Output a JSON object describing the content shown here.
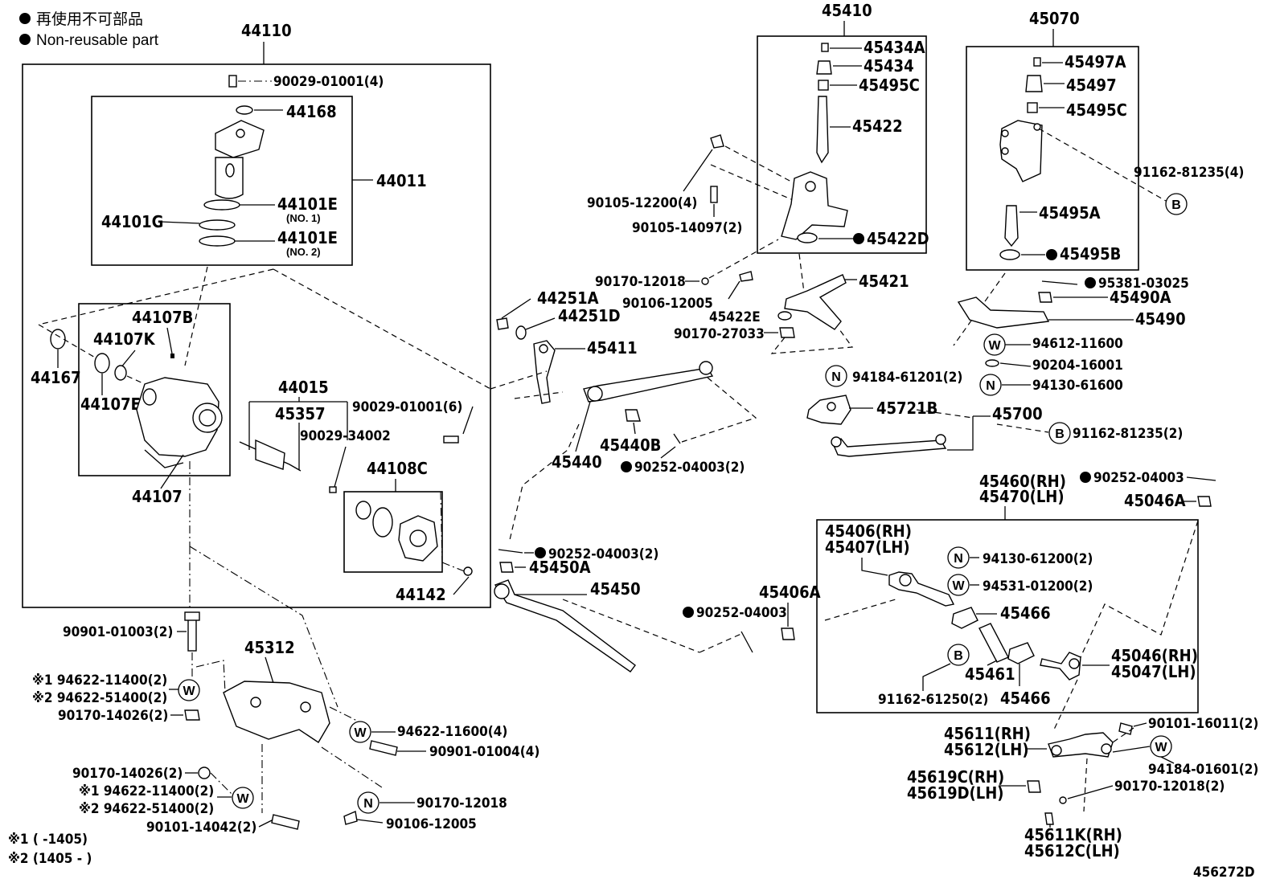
{
  "legend": {
    "line1": "再使用不可部品",
    "line2": "Non-reusable part",
    "note1": "※1 (      -1405)",
    "note2": "※2 (1405 -      )"
  },
  "drawing_id": "456272D",
  "parts": {
    "p44110": "44110",
    "p90029_01001_4": "90029-01001(4)",
    "p44168": "44168",
    "p44011": "44011",
    "p44101E_1": "44101E",
    "p44101E_1n": "(NO. 1)",
    "p44101G": "44101G",
    "p44101E_2": "44101E",
    "p44101E_2n": "(NO. 2)",
    "p44107B": "44107B",
    "p44107K": "44107K",
    "p44167": "44167",
    "p44107E": "44107E",
    "p44107": "44107",
    "p44015": "44015",
    "p45357": "45357",
    "p90029_01001_6": "90029-01001(6)",
    "p90029_34002": "90029-34002",
    "p44108C": "44108C",
    "p44142": "44142",
    "p90901_01003": "90901-01003(2)",
    "p45312": "45312",
    "p94622_11400_a": "※1 94622-11400(2)",
    "p94622_51400_a": "※2 94622-51400(2)",
    "p90170_14026_a": "90170-14026(2)",
    "p94622_11600": "94622-11600(4)",
    "p90901_01004": "90901-01004(4)",
    "p90170_14026_b": "90170-14026(2)",
    "p94622_11400_b": "※1 94622-11400(2)",
    "p94622_51400_b": "※2 94622-51400(2)",
    "p90101_14042": "90101-14042(2)",
    "p90170_12018_b": "90170-12018",
    "p90106_12005_b": "90106-12005",
    "p45410": "45410",
    "p45434A": "45434A",
    "p45434": "45434",
    "p45495C_a": "45495C",
    "p45422": "45422",
    "p90105_12200": "90105-12200(4)",
    "p90105_14097": "90105-14097(2)",
    "p45422D": "45422D",
    "p90170_12018_a": "90170-12018",
    "p90106_12005_a": "90106-12005",
    "p45421": "45421",
    "p45422E": "45422E",
    "p90170_27033": "90170-27033",
    "p44251A": "44251A",
    "p44251D": "44251D",
    "p45411": "45411",
    "p45440B": "45440B",
    "p45440": "45440",
    "p90252_04003_a": "90252-04003(2)",
    "p90252_04003_b": "90252-04003(2)",
    "p45450A": "45450A",
    "p45450": "45450",
    "p90252_04003_c": "90252-04003",
    "p45406A": "45406A",
    "p45070": "45070",
    "p45497A": "45497A",
    "p45497": "45497",
    "p45495C_b": "45495C",
    "p91162_81235_4": "91162-81235(4)",
    "p45495A": "45495A",
    "p45495B": "45495B",
    "p95381_03025": "95381-03025",
    "p45490A": "45490A",
    "p45490": "45490",
    "p94612_11600": "94612-11600",
    "p90204_16001": "90204-16001",
    "p94184_61201": "94184-61201(2)",
    "p94130_61600": "94130-61600",
    "p45721B": "45721B",
    "p45700": "45700",
    "p91162_81235_2": "91162-81235(2)",
    "p45460": "45460(RH)",
    "p45470": "45470(LH)",
    "p90252_04003_d": "90252-04003",
    "p45046A": "45046A",
    "p45406": "45406(RH)",
    "p45407": "45407(LH)",
    "p94130_61200": "94130-61200(2)",
    "p94531_01200": "94531-01200(2)",
    "p45466_a": "45466",
    "p45461": "45461",
    "p45466_b": "45466",
    "p45046": "45046(RH)",
    "p45047": "45047(LH)",
    "p91162_61250": "91162-61250(2)",
    "p90101_16011": "90101-16011(2)",
    "p45611": "45611(RH)",
    "p45612": "45612(LH)",
    "p94184_01601": "94184-01601(2)",
    "p45619C": "45619C(RH)",
    "p45619D": "45619D(LH)",
    "p90170_12018_c": "90170-12018(2)",
    "p45611K": "45611K(RH)",
    "p45612C": "45612C(LH)"
  },
  "symbols": {
    "W": "W",
    "N": "N",
    "B": "B"
  }
}
